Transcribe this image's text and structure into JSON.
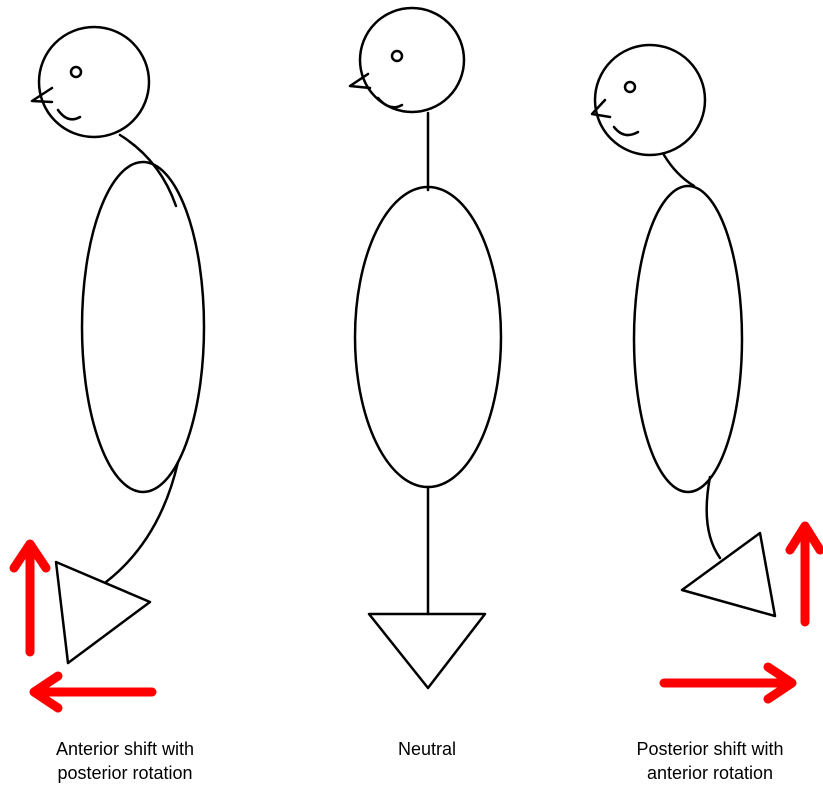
{
  "colors": {
    "background": "#ffffff",
    "line": "#000000",
    "arrow": "#ff0000"
  },
  "figures": [
    {
      "id": "anterior",
      "caption": [
        "Anterior shift with",
        "posterior rotation"
      ],
      "arrows": [
        "up",
        "left"
      ]
    },
    {
      "id": "neutral",
      "caption": [
        "Neutral"
      ],
      "arrows": []
    },
    {
      "id": "posterior",
      "caption": [
        "Posterior shift with",
        "anterior rotation"
      ],
      "arrows": [
        "up",
        "right"
      ]
    }
  ]
}
